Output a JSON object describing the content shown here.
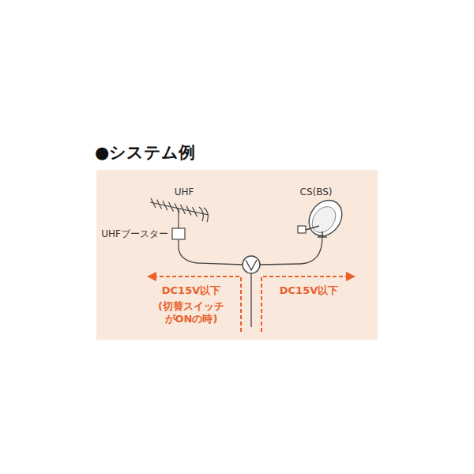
{
  "diagram": {
    "title": "●システム例",
    "labels": [
      "UHF",
      "CS(BS)",
      "UHFブースター",
      "DC15V以下",
      "(切替スイッチ がONの時)",
      "DC15V以下"
    ]
  }
}
